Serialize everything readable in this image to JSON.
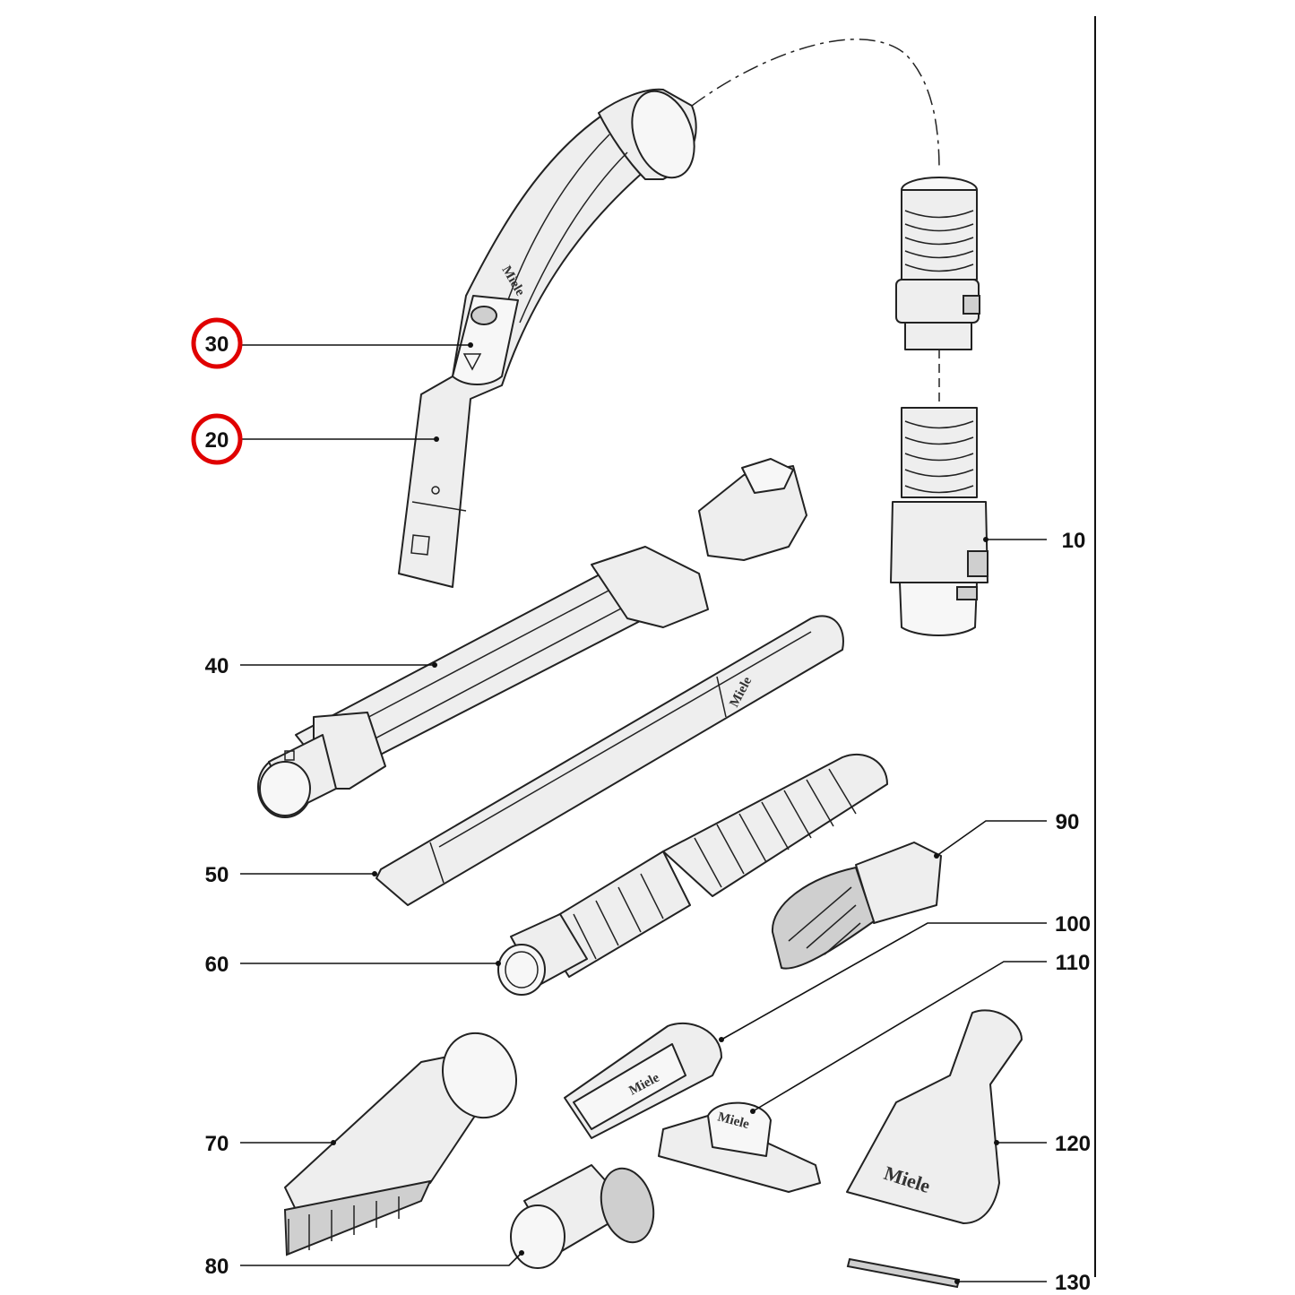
{
  "highlight_color": "#e00000",
  "brand_mark": "Miele",
  "callouts": [
    {
      "id": "10",
      "text": "10",
      "highlighted": false
    },
    {
      "id": "20",
      "text": "20",
      "highlighted": true
    },
    {
      "id": "30",
      "text": "30",
      "highlighted": true
    },
    {
      "id": "40",
      "text": "40",
      "highlighted": false
    },
    {
      "id": "50",
      "text": "50",
      "highlighted": false
    },
    {
      "id": "60",
      "text": "60",
      "highlighted": false
    },
    {
      "id": "70",
      "text": "70",
      "highlighted": false
    },
    {
      "id": "80",
      "text": "80",
      "highlighted": false
    },
    {
      "id": "90",
      "text": "90",
      "highlighted": false
    },
    {
      "id": "100",
      "text": "100",
      "highlighted": false
    },
    {
      "id": "110",
      "text": "110",
      "highlighted": false
    },
    {
      "id": "120",
      "text": "120",
      "highlighted": false
    },
    {
      "id": "130",
      "text": "130",
      "highlighted": false
    }
  ]
}
